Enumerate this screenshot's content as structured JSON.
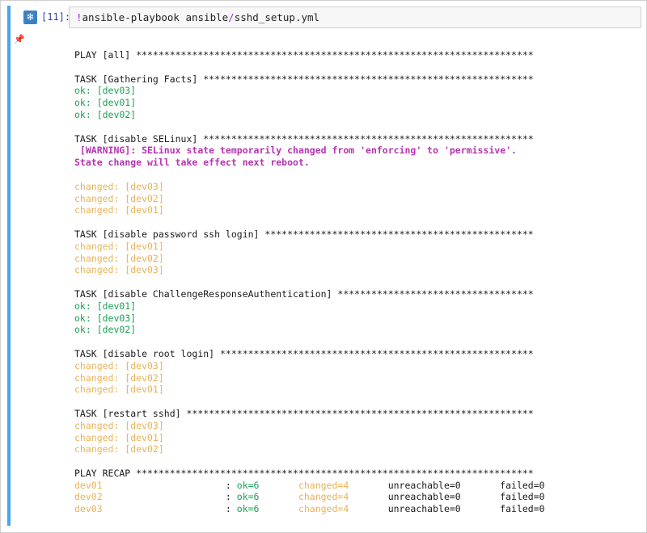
{
  "cell": {
    "prompt": "[11]:",
    "command_bang": "!",
    "command_text": "ansible-playbook ansible",
    "command_slash": "/",
    "command_file": "sshd_setup.yml"
  },
  "output": {
    "play": "PLAY [all] ***********************************************************************",
    "tasks": [
      {
        "header": "TASK [Gathering Facts] ***********************************************************",
        "results": [
          {
            "status": "ok",
            "text": "ok: [dev03]"
          },
          {
            "status": "ok",
            "text": "ok: [dev01]"
          },
          {
            "status": "ok",
            "text": "ok: [dev02]"
          }
        ]
      },
      {
        "header": "TASK [disable SELinux] ***********************************************************",
        "warning_line1": " [WARNING]: SELinux state temporarily changed from 'enforcing' to 'permissive'.",
        "warning_line2": "State change will take effect next reboot.",
        "results": [
          {
            "status": "changed",
            "text": "changed: [dev03]"
          },
          {
            "status": "changed",
            "text": "changed: [dev02]"
          },
          {
            "status": "changed",
            "text": "changed: [dev01]"
          }
        ]
      },
      {
        "header": "TASK [disable password ssh login] ************************************************",
        "results": [
          {
            "status": "changed",
            "text": "changed: [dev01]"
          },
          {
            "status": "changed",
            "text": "changed: [dev02]"
          },
          {
            "status": "changed",
            "text": "changed: [dev03]"
          }
        ]
      },
      {
        "header": "TASK [disable ChallengeResponseAuthentication] ***********************************",
        "results": [
          {
            "status": "ok",
            "text": "ok: [dev01]"
          },
          {
            "status": "ok",
            "text": "ok: [dev03]"
          },
          {
            "status": "ok",
            "text": "ok: [dev02]"
          }
        ]
      },
      {
        "header": "TASK [disable root login] ********************************************************",
        "results": [
          {
            "status": "changed",
            "text": "changed: [dev03]"
          },
          {
            "status": "changed",
            "text": "changed: [dev02]"
          },
          {
            "status": "changed",
            "text": "changed: [dev01]"
          }
        ]
      },
      {
        "header": "TASK [restart sshd] **************************************************************",
        "results": [
          {
            "status": "changed",
            "text": "changed: [dev03]"
          },
          {
            "status": "changed",
            "text": "changed: [dev01]"
          },
          {
            "status": "changed",
            "text": "changed: [dev02]"
          }
        ]
      }
    ],
    "recap_header": "PLAY RECAP ***********************************************************************",
    "recap": [
      {
        "host": "dev01",
        "ok": "ok=6",
        "changed": "changed=4",
        "unreachable": "unreachable=0",
        "failed": "failed=0"
      },
      {
        "host": "dev02",
        "ok": "ok=6",
        "changed": "changed=4",
        "unreachable": "unreachable=0",
        "failed": "failed=0"
      },
      {
        "host": "dev03",
        "ok": "ok=6",
        "changed": "changed=4",
        "unreachable": "unreachable=0",
        "failed": "failed=0"
      }
    ]
  },
  "colors": {
    "ok": "#1aa055",
    "changed": "#e8b25a",
    "warning": "#b534b0",
    "cell_selected_bar": "#42a5f5"
  },
  "icons": {
    "run": "snowflake-icon",
    "pin": "pushpin-icon"
  }
}
